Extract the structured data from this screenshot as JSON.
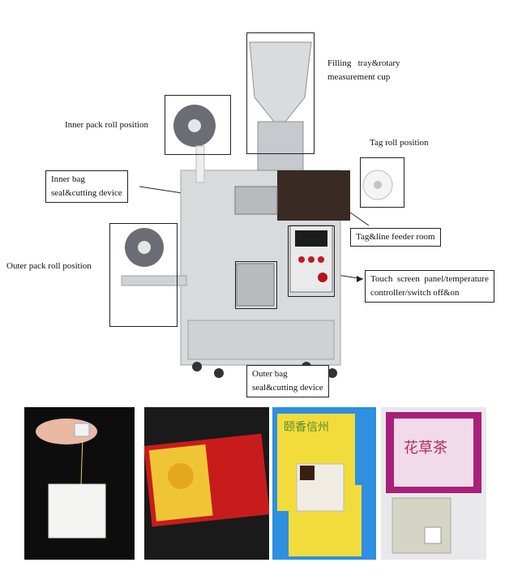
{
  "labels": {
    "filling": "Filling   tray&rotary\nmeasurement cup",
    "inner_roll": "Inner pack roll position",
    "tag_roll": "Tag roll position",
    "inner_bag": "Inner bag\nseal&cutting device",
    "tag_feeder": "Tag&line feeder room",
    "outer_roll": "Outer pack roll position",
    "touch": "Touch  screen  panel/temperature\ncontroller/switch off&on",
    "outer_bag": "Outer bag\nseal&cutting device"
  },
  "machine": {
    "panel_text": "• • •"
  },
  "photos": {
    "p3_text": "颐香信州",
    "p4_text": "花草茶"
  },
  "colors": {
    "machine_body": "#d8dadc",
    "dark_window": "#3a2a24",
    "roll": "#6a6e74",
    "yellow_pack": "#f2dc3c",
    "purple_pack": "#a8207a"
  }
}
